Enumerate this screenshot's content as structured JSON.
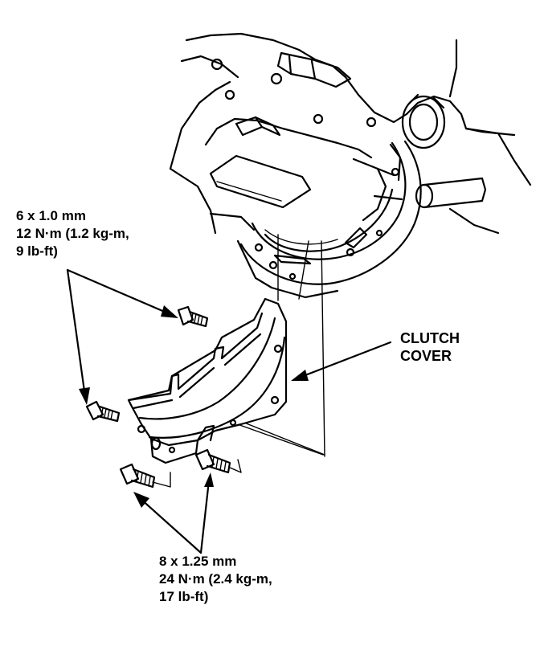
{
  "callouts": {
    "small_bolt": {
      "size": "6 x 1.0 mm",
      "torque": "12 N·m (1.2 kg-m,",
      "torque_cont": "9 lb-ft)"
    },
    "cover": {
      "line1": "CLUTCH",
      "line2": "COVER"
    },
    "large_bolt": {
      "size": "8 x 1.25 mm",
      "torque": "24 N·m (2.4 kg-m,",
      "torque_cont": "17 lb-ft)"
    }
  },
  "colors": {
    "ink": "#000000",
    "paper": "#ffffff"
  }
}
